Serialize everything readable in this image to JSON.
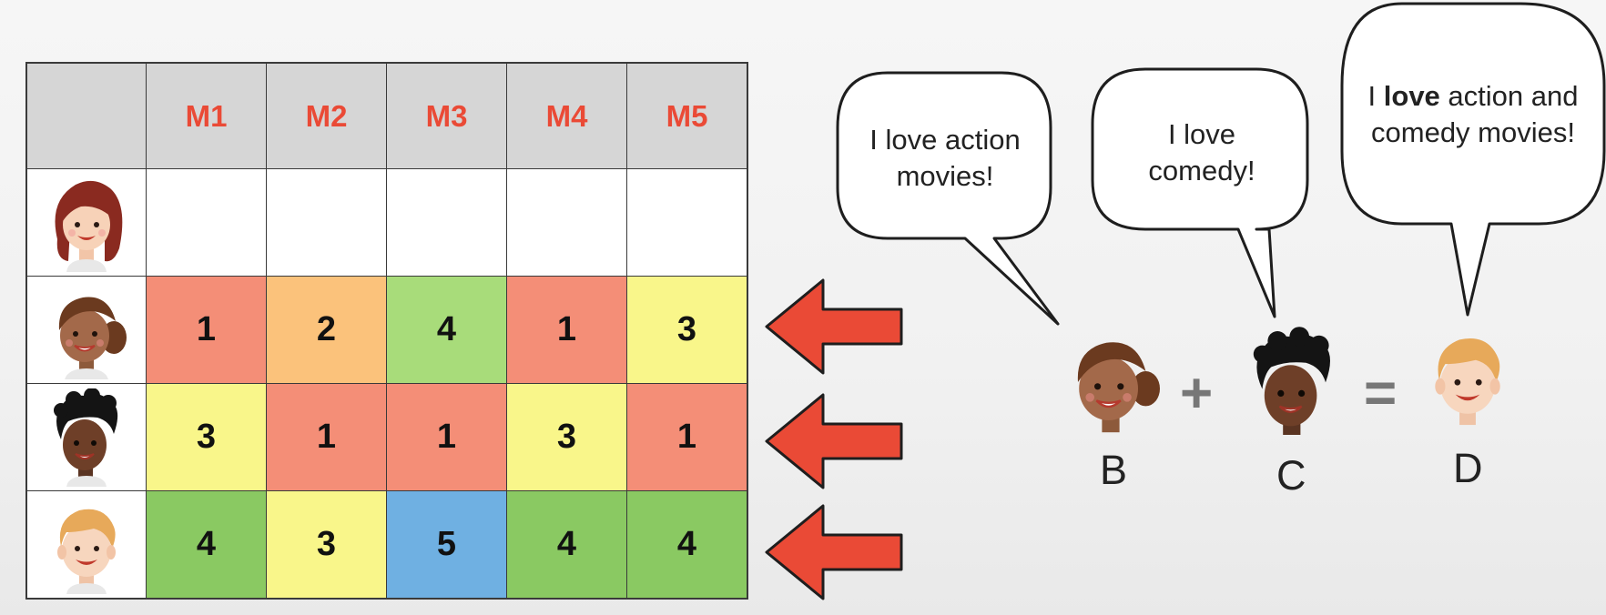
{
  "table": {
    "movies": [
      "M1",
      "M2",
      "M3",
      "M4",
      "M5"
    ],
    "rows": [
      {
        "user_icon": "woman-long-hair-face-icon",
        "ratings": [
          "",
          "",
          "",
          "",
          ""
        ],
        "colors": [
          "#ffffff",
          "#ffffff",
          "#ffffff",
          "#ffffff",
          "#ffffff"
        ]
      },
      {
        "user_icon": "woman-curly-hair-face-icon",
        "ratings": [
          "1",
          "2",
          "4",
          "1",
          "3"
        ],
        "colors": [
          "#f48e77",
          "#fbc27b",
          "#a8dc7a",
          "#f48e77",
          "#f9f68a"
        ]
      },
      {
        "user_icon": "man-afro-face-icon",
        "ratings": [
          "3",
          "1",
          "1",
          "3",
          "1"
        ],
        "colors": [
          "#f9f68a",
          "#f48e77",
          "#f48e77",
          "#f9f68a",
          "#f48e77"
        ]
      },
      {
        "user_icon": "blond-man-face-icon",
        "ratings": [
          "4",
          "3",
          "5",
          "4",
          "4"
        ],
        "colors": [
          "#8ac962",
          "#f9f68a",
          "#6fb0e2",
          "#8ac962",
          "#8ac962"
        ]
      }
    ]
  },
  "arrows": {
    "color": "#ea4a36",
    "icon": "left-arrow-icon"
  },
  "bubbles": {
    "b1": {
      "line1": "I love action",
      "line2": "movies!"
    },
    "b2": {
      "line1": "I love",
      "line2": "comedy!"
    },
    "b3": {
      "pre": "I ",
      "bold": "love",
      "post": " action and",
      "line2": "comedy movies!"
    }
  },
  "equation": {
    "plus": "+",
    "equals": "=",
    "labels": [
      "B",
      "C",
      "D"
    ]
  }
}
